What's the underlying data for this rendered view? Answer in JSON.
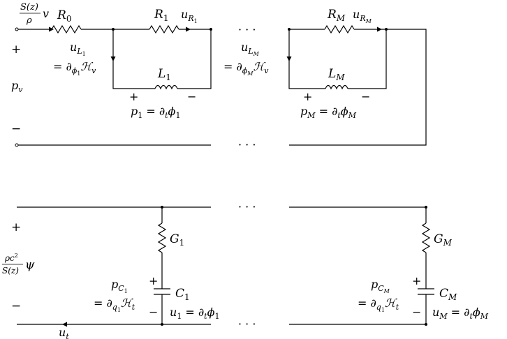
{
  "top": {
    "source_flow": {
      "num": "S(z)",
      "den": "ρ",
      "var": "v"
    },
    "r0": {
      "sym": "R",
      "sub": "0"
    },
    "r1": {
      "sym": "R",
      "sub": "1"
    },
    "ur1": {
      "sym": "u",
      "sub": "R",
      "subsub": "1"
    },
    "ul1": {
      "sym": "u",
      "sub": "L",
      "subsub": "1"
    },
    "ul1_eq": {
      "pre": "= ∂",
      "sub": "ϕ",
      "subsub": "1",
      "post": "ℋ",
      "postsub": "v"
    },
    "l1": {
      "sym": "L",
      "sub": "1"
    },
    "p1": {
      "text": "p",
      "sub": "1",
      "eq": " = ∂",
      "eqsub": "t",
      "post": "ϕ",
      "postsub": "1"
    },
    "ulm": {
      "sym": "u",
      "sub": "L",
      "subsub": "M"
    },
    "ulm_eq": {
      "pre": "= ∂",
      "sub": "ϕ",
      "subsub": "M",
      "post": "ℋ",
      "postsub": "v"
    },
    "rm": {
      "sym": "R",
      "sub": "M"
    },
    "urm": {
      "sym": "u",
      "sub": "R",
      "subsub": "M"
    },
    "lm": {
      "sym": "L",
      "sub": "M"
    },
    "pm": {
      "text": "p",
      "sub": "M",
      "eq": " = ∂",
      "eqsub": "t",
      "post": "ϕ",
      "postsub": "M"
    },
    "pv": {
      "sym": "p",
      "sub": "v"
    },
    "plus": "+",
    "minus": "−",
    "ellipsis": "· · ·"
  },
  "bottom": {
    "source_effort": {
      "num": "ρc",
      "numsup": "2",
      "den": "S(z)",
      "var": "ψ"
    },
    "g1": {
      "sym": "G",
      "sub": "1"
    },
    "gm": {
      "sym": "G",
      "sub": "M"
    },
    "c1": {
      "sym": "C",
      "sub": "1"
    },
    "cm": {
      "sym": "C",
      "sub": "M"
    },
    "pc1": {
      "sym": "p",
      "sub": "C",
      "subsub": "1"
    },
    "pc1_eq": {
      "pre": "= ∂",
      "sub": "q",
      "subsub": "1",
      "post": "ℋ",
      "postsub": "t"
    },
    "pcm": {
      "sym": "p",
      "sub": "C",
      "subsub": "M"
    },
    "pcm_eq": {
      "pre": "= ∂",
      "sub": "q",
      "subsub": "1",
      "post": "ℋ",
      "postsub": "t"
    },
    "u1": {
      "text": "u",
      "sub": "1",
      "eq": " = ∂",
      "eqsub": "t",
      "post": "ϕ",
      "postsub": "1"
    },
    "um": {
      "text": "u",
      "sub": "M",
      "eq": " = ∂",
      "eqsub": "t",
      "post": "ϕ",
      "postsub": "M"
    },
    "ut": {
      "sym": "u",
      "sub": "t"
    }
  }
}
